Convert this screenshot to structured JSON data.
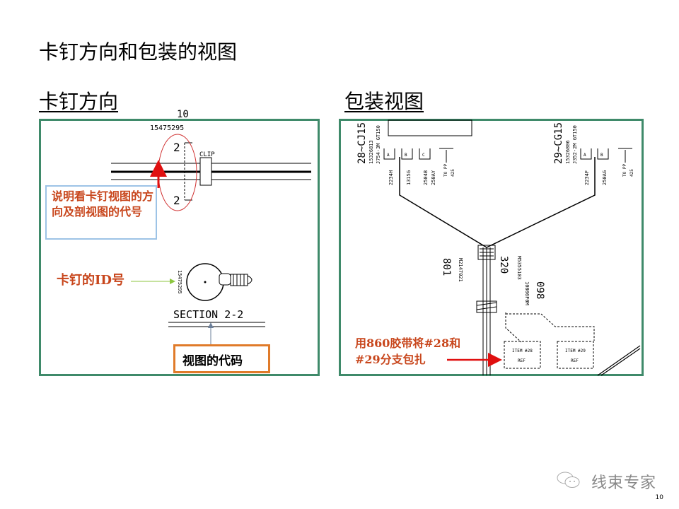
{
  "slide": {
    "title": "卡钉方向和包装的视图",
    "left_heading": "卡钉方向",
    "right_heading": "包装视图",
    "page_number": "10",
    "watermark": "线束专家",
    "watermark_icon": "wechat-icon"
  },
  "left_panel": {
    "label_10": "10",
    "part_number": "15475295",
    "section_mark_top": "2",
    "section_mark_bottom": "2",
    "clip_label": "CLIP",
    "rotated_part_number": "15475295",
    "section_label": "SECTION 2-2",
    "note_direction": "说明看卡钉视图的方向及剖视图的代号",
    "note_id": "卡钉的ID号",
    "note_view_code": "视图的代码"
  },
  "right_panel": {
    "conn_left": "28~CJ15",
    "conn_left_pn": "15326813",
    "conn_left_sub": "J754-3M  GT150",
    "conn_right": "29~CG15",
    "conn_right_pn": "15326806",
    "conn_right_sub": "J352-2M  GT150",
    "cavities_left": [
      "A",
      "B",
      "C"
    ],
    "cavities_right": [
      "A",
      "B"
    ],
    "wires_left": [
      "2234H",
      "1315G",
      "2504B",
      "250AY"
    ],
    "wires_right": [
      "2234F",
      "250AG"
    ],
    "to_pp": "TO PP",
    "to_pp_num": "425",
    "item_801": "801",
    "item_801_pn": "M2147021",
    "item_320": "320",
    "item_320_pn": "M5355103",
    "item_098": "098",
    "item_098_pn": "10006F0M",
    "item_28": "ITEM #28",
    "item_29": "ITEM #29",
    "ref": "REF",
    "note_tape": "用860胶带将#28和#29分支包扎"
  },
  "colors": {
    "panel_border": "#3f8a6a",
    "note_text": "#c8461c",
    "red_arrow": "#e01010",
    "green_arrow": "#8cc63f",
    "blue_box": "#9dc3e6",
    "orange_box": "#e07b2a"
  }
}
